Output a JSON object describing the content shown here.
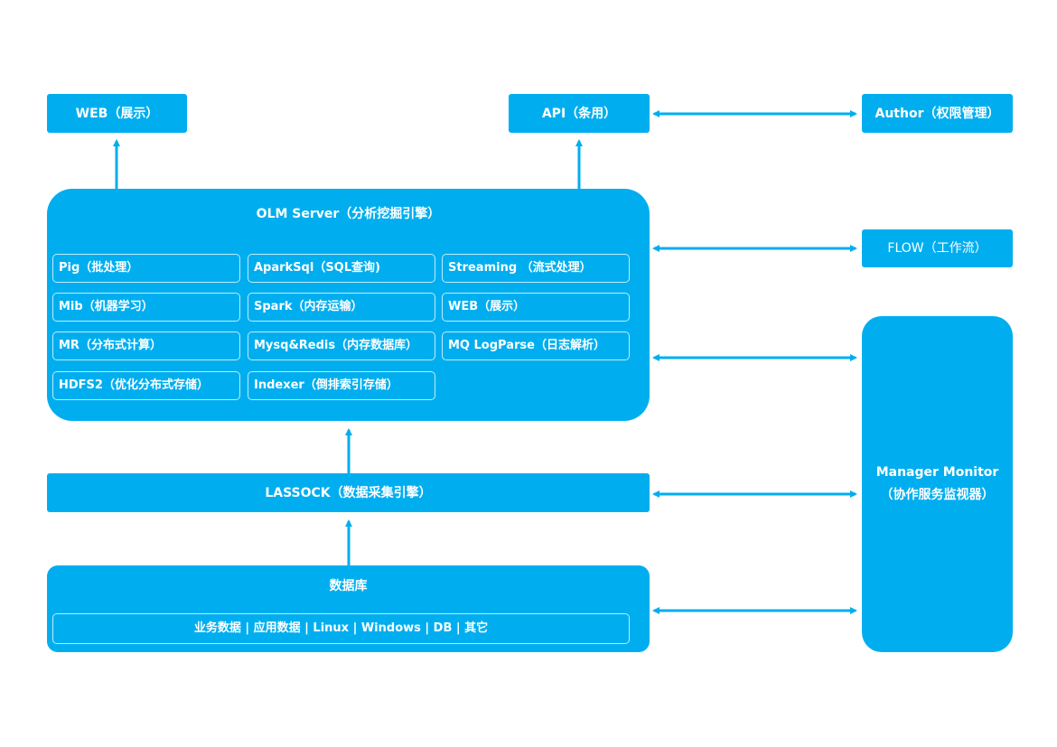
{
  "top": {
    "web": "WEB（展示）",
    "api": "API（条用）",
    "author": "Author（权限管理）"
  },
  "flow": "FLOW（工作流）",
  "olm": {
    "title": "OLM Server（分析挖掘引擎）",
    "modules": [
      "Pig（批处理）",
      "AparkSql（SQL查询)",
      "Streaming （流式处理）",
      "Mib（机器学习）",
      "Spark（内存运输）",
      "WEB（展示）",
      "MR（分布式计算）",
      "Mysq&Redis（内存数据库）",
      "MQ LogParse（日志解析）",
      "HDFS2（优化分布式存储）",
      "Indexer（倒排索引存储）"
    ]
  },
  "lassock": "LASSOCK（数据采集引擎）",
  "database": {
    "title": "数据库",
    "sources": "业务数据 | 应用数据 | Linux | Windows | DB | 其它"
  },
  "monitor": {
    "line1": "Manager Monitor",
    "line2": "（协作服务监视器）"
  },
  "colors": {
    "box": "#00aeef",
    "arrow": "#00aeef"
  }
}
